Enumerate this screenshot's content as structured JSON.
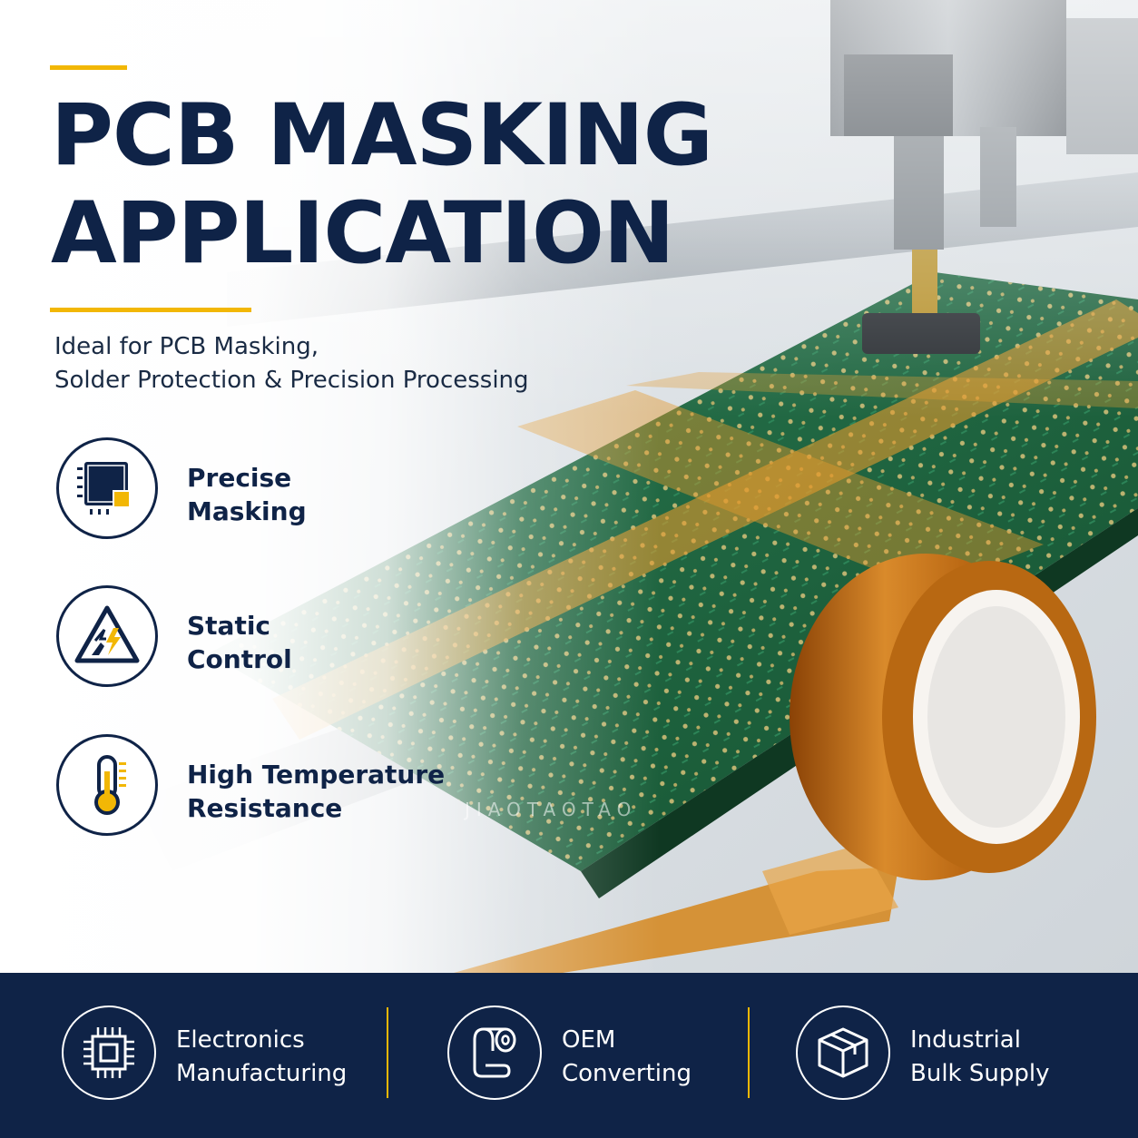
{
  "header": {
    "title_line1": "PCB MASKING",
    "title_line2": "APPLICATION",
    "subtitle_line1": "Ideal for PCB Masking,",
    "subtitle_line2": "Solder Protection & Precision Processing"
  },
  "features": [
    {
      "icon": "chip-mask-icon",
      "line1": "Precise",
      "line2": "Masking"
    },
    {
      "icon": "static-warning-icon",
      "line1": "Static",
      "line2": "Control"
    },
    {
      "icon": "thermometer-icon",
      "line1": "High Temperature",
      "line2": "Resistance"
    }
  ],
  "watermark": "JIAOTAOTAO",
  "footer": {
    "items": [
      {
        "icon": "processor-icon",
        "line1": "Electronics",
        "line2": "Manufacturing"
      },
      {
        "icon": "film-roll-icon",
        "line1": "OEM",
        "line2": "Converting"
      },
      {
        "icon": "box-icon",
        "line1": "Industrial",
        "line2": "Bulk Supply"
      }
    ]
  },
  "colors": {
    "navy": "#0f2347",
    "accent_yellow": "#f2b705",
    "pcb_green": "#1f6b45",
    "tape_amber": "#c8781a"
  }
}
